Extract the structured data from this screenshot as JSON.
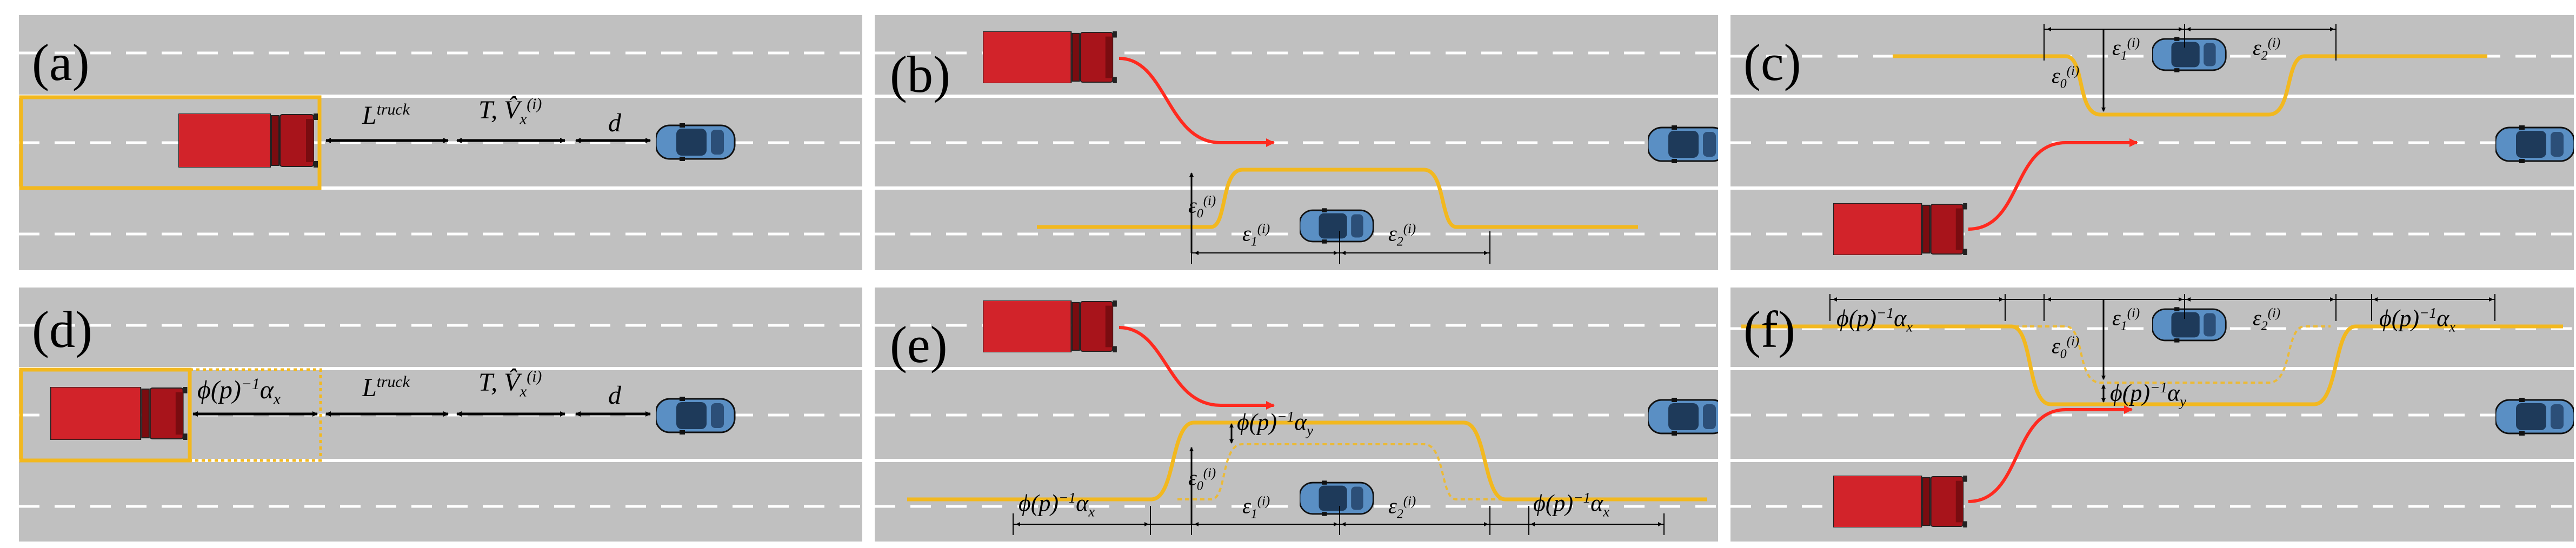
{
  "colors": {
    "road": "#c0c0c0",
    "lane_line": "#ffffff",
    "safety_zone": "#f2b81f",
    "trajectory": "#ff2a1f",
    "truck": "#d2232a",
    "truck_cab": "#a8141b",
    "car_body": "#5a8fc4",
    "car_dark": "#1e3a5a",
    "annotation": "#000000"
  },
  "panels": {
    "a": {
      "label": "(a)",
      "annotations": {
        "l_truck": "L",
        "l_truck_sup": "truck",
        "t_vx": "T, V̂",
        "t_vx_sub": "x",
        "t_vx_sup": "(i)",
        "d": "d"
      }
    },
    "b": {
      "label": "(b)",
      "annotations": {
        "eps0": "ε",
        "eps0_sub": "0",
        "eps0_sup": "(i)",
        "eps1": "ε",
        "eps1_sub": "1",
        "eps1_sup": "(i)",
        "eps2": "ε",
        "eps2_sub": "2",
        "eps2_sup": "(i)"
      }
    },
    "c": {
      "label": "(c)",
      "annotations": {
        "eps0": "ε",
        "eps0_sub": "0",
        "eps0_sup": "(i)",
        "eps1": "ε",
        "eps1_sub": "1",
        "eps1_sup": "(i)",
        "eps2": "ε",
        "eps2_sub": "2",
        "eps2_sup": "(i)"
      }
    },
    "d": {
      "label": "(d)",
      "annotations": {
        "phi_ax": "ϕ(p)",
        "phi_ax_sup": "−1",
        "phi_ax_tail": "α",
        "phi_ax_sub": "x",
        "l_truck": "L",
        "l_truck_sup": "truck",
        "t_vx": "T, V̂",
        "t_vx_sub": "x",
        "t_vx_sup": "(i)",
        "d": "d"
      }
    },
    "e": {
      "label": "(e)",
      "annotations": {
        "phi_ay": "ϕ(p)",
        "phi_ay_sup": "−1",
        "phi_ay_tail": "α",
        "phi_ay_sub": "y",
        "phi_ax_left": "ϕ(p)",
        "phi_ax_right": "ϕ(p)",
        "phi_ax_sup": "−1",
        "phi_ax_tail": "α",
        "phi_ax_sub": "x",
        "eps0": "ε",
        "eps0_sub": "0",
        "eps0_sup": "(i)",
        "eps1": "ε",
        "eps1_sub": "1",
        "eps1_sup": "(i)",
        "eps2": "ε",
        "eps2_sub": "2",
        "eps2_sup": "(i)"
      }
    },
    "f": {
      "label": "(f)",
      "annotations": {
        "phi_ay": "ϕ(p)",
        "phi_ay_sup": "−1",
        "phi_ay_tail": "α",
        "phi_ay_sub": "y",
        "phi_ax_left": "ϕ(p)",
        "phi_ax_right": "ϕ(p)",
        "phi_ax_sup": "−1",
        "phi_ax_tail": "α",
        "phi_ax_sub": "x",
        "eps0": "ε",
        "eps0_sub": "0",
        "eps0_sup": "(i)",
        "eps1": "ε",
        "eps1_sub": "1",
        "eps1_sup": "(i)",
        "eps2": "ε",
        "eps2_sub": "2",
        "eps2_sup": "(i)"
      }
    }
  }
}
